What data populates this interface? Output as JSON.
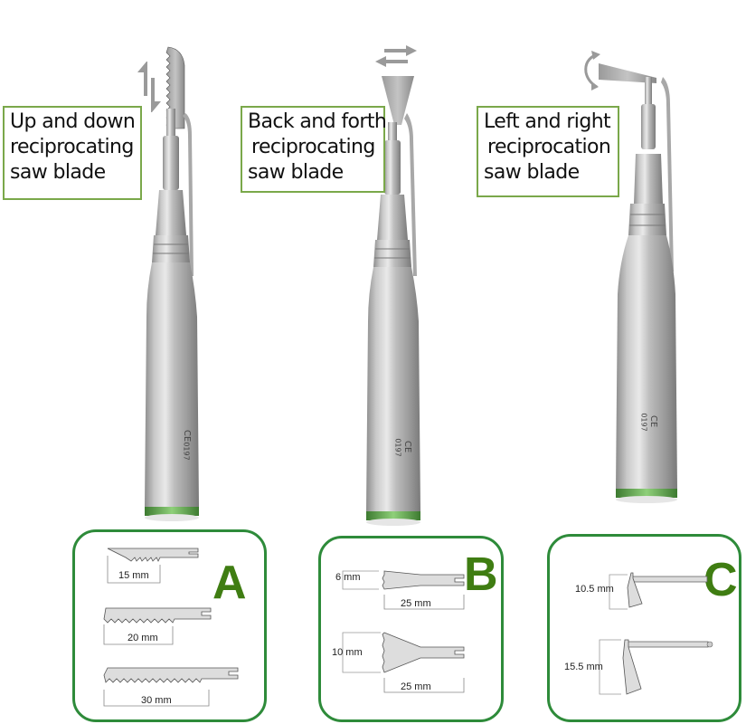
{
  "labels": [
    {
      "id": "up-down",
      "lines": [
        "Up and down",
        "reciprocating",
        "saw blade"
      ]
    },
    {
      "id": "back-forth",
      "lines": [
        "Back and forth",
        "reciprocating",
        "saw blade"
      ]
    },
    {
      "id": "left-right",
      "lines": [
        "Left and right",
        "reciprocation",
        "saw blade"
      ]
    }
  ],
  "handpieces": [
    {
      "id": "A",
      "marking_code": "0197",
      "ce_mark": "CE",
      "icon": "up-down-arrows-icon"
    },
    {
      "id": "B",
      "marking_code": "0197",
      "ce_mark": "CE",
      "icon": "left-right-arrows-icon"
    },
    {
      "id": "C",
      "marking_code": "0197",
      "ce_mark": "CE",
      "icon": "rotate-arrows-icon"
    }
  ],
  "panels": [
    {
      "letter": "A",
      "blades": [
        {
          "length": "15 mm"
        },
        {
          "length": "20 mm"
        },
        {
          "length": "30 mm"
        }
      ]
    },
    {
      "letter": "B",
      "blades": [
        {
          "width": "6 mm",
          "length": "25 mm"
        },
        {
          "width": "10 mm",
          "length": "25 mm"
        }
      ]
    },
    {
      "letter": "C",
      "blades": [
        {
          "height": "10.5 mm"
        },
        {
          "height": "15.5 mm"
        }
      ]
    }
  ],
  "colors": {
    "label_border": "#7aa84a",
    "panel_border": "#2e8b3a",
    "letter": "#3f7d12",
    "metal": "#b8b8b8",
    "green_ring": "#5aa64a"
  }
}
